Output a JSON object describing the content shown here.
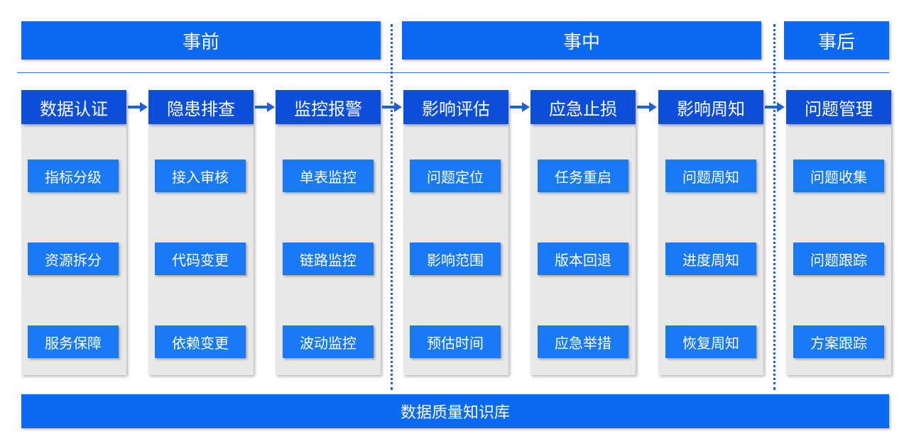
{
  "phases": [
    {
      "label": "事前"
    },
    {
      "label": "事中"
    },
    {
      "label": "事后"
    }
  ],
  "columns": [
    {
      "title": "数据认证",
      "items": [
        "指标分级",
        "资源拆分",
        "服务保障"
      ]
    },
    {
      "title": "隐患排查",
      "items": [
        "接入审核",
        "代码变更",
        "依赖变更"
      ]
    },
    {
      "title": "监控报警",
      "items": [
        "单表监控",
        "链路监控",
        "波动监控"
      ]
    },
    {
      "title": "影响评估",
      "items": [
        "问题定位",
        "影响范围",
        "预估时间"
      ]
    },
    {
      "title": "应急止损",
      "items": [
        "任务重启",
        "版本回退",
        "应急举措"
      ]
    },
    {
      "title": "影响周知",
      "items": [
        "问题周知",
        "进度周知",
        "恢复周知"
      ]
    },
    {
      "title": "问题管理",
      "items": [
        "问题收集",
        "问题跟踪",
        "方案跟踪"
      ]
    }
  ],
  "footer": {
    "label": "数据质量知识库"
  },
  "colors": {
    "phase": "#0c6af2",
    "header": "#0c4ed8",
    "item": "#1a7af5",
    "panel": "#e8e8e8",
    "separator": "#1f62d4"
  }
}
